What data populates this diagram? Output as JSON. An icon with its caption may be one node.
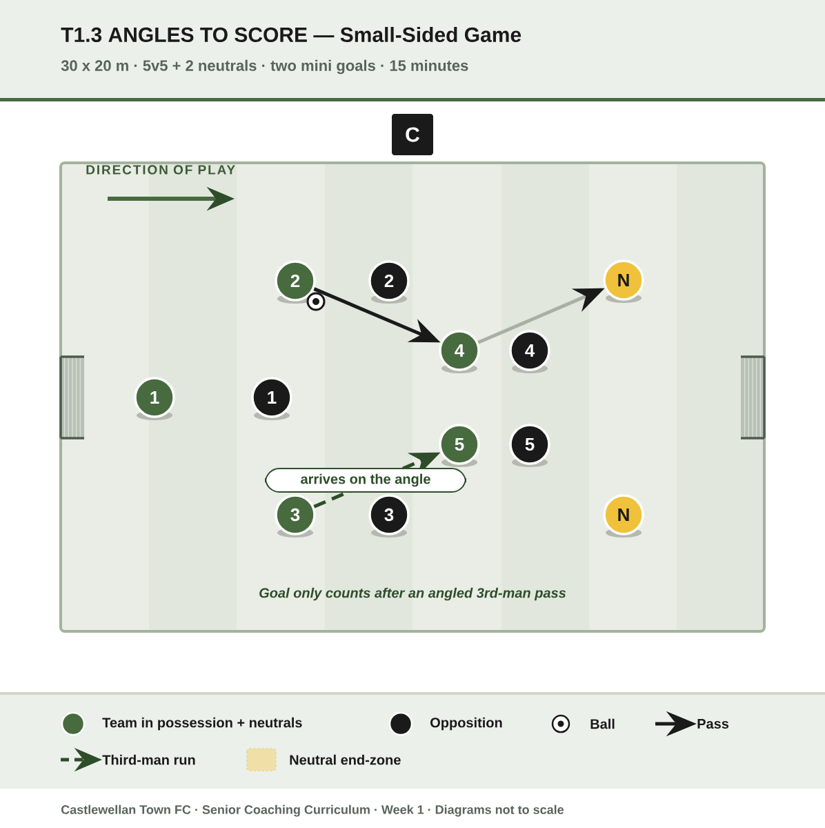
{
  "diagram": {
    "title": "T1.3 ANGLES TO SCORE — Small-Sided Game",
    "nodes": [
      {
        "text": [
          "C"
        ]
      },
      {
        "text": [
          "2"
        ]
      },
      {
        "text": [
          "2"
        ]
      },
      {
        "text": [
          "N"
        ]
      },
      {
        "text": [
          "4"
        ]
      },
      {
        "text": [
          "4"
        ]
      },
      {
        "text": [
          "1"
        ]
      },
      {
        "text": [
          "1"
        ]
      },
      {
        "text": [
          "5"
        ]
      },
      {
        "text": [
          "5"
        ]
      },
      {
        "text": [
          "3"
        ]
      },
      {
        "text": [
          "3"
        ]
      },
      {
        "text": [
          "N"
        ]
      }
    ],
    "edges": [
      {
        "from": 1,
        "to": 4,
        "arrow": "to"
      },
      {
        "from": 4,
        "to": 3,
        "arrow": "to",
        "color": "#a8b0a4"
      },
      {
        "from": 10,
        "to": 8,
        "arrow": "to",
        "style": "dashed",
        "color": "#2e4d2a",
        "label": "arrives on the angle"
      }
    ],
    "labels": [
      "30 x 20 m · 5v5 + 2 neutrals · two mini goals · 15 minutes",
      "DIRECTION OF PLAY",
      "Goal only counts after an angled 3rd-man pass",
      "Castlewellan Town FC · Senior Coaching Curriculum · Week 1 · Diagrams not to scale"
    ],
    "legend": [
      {
        "text": "Team in possession + neutrals",
        "color": "#476b3f"
      },
      {
        "text": "Opposition",
        "color": "#1a1a1a"
      },
      {
        "text": "Ball"
      },
      {
        "text": "Pass"
      },
      {
        "text": "Third-man run"
      },
      {
        "text": "Neutral end-zone",
        "color": "#f0e0a8"
      }
    ]
  }
}
